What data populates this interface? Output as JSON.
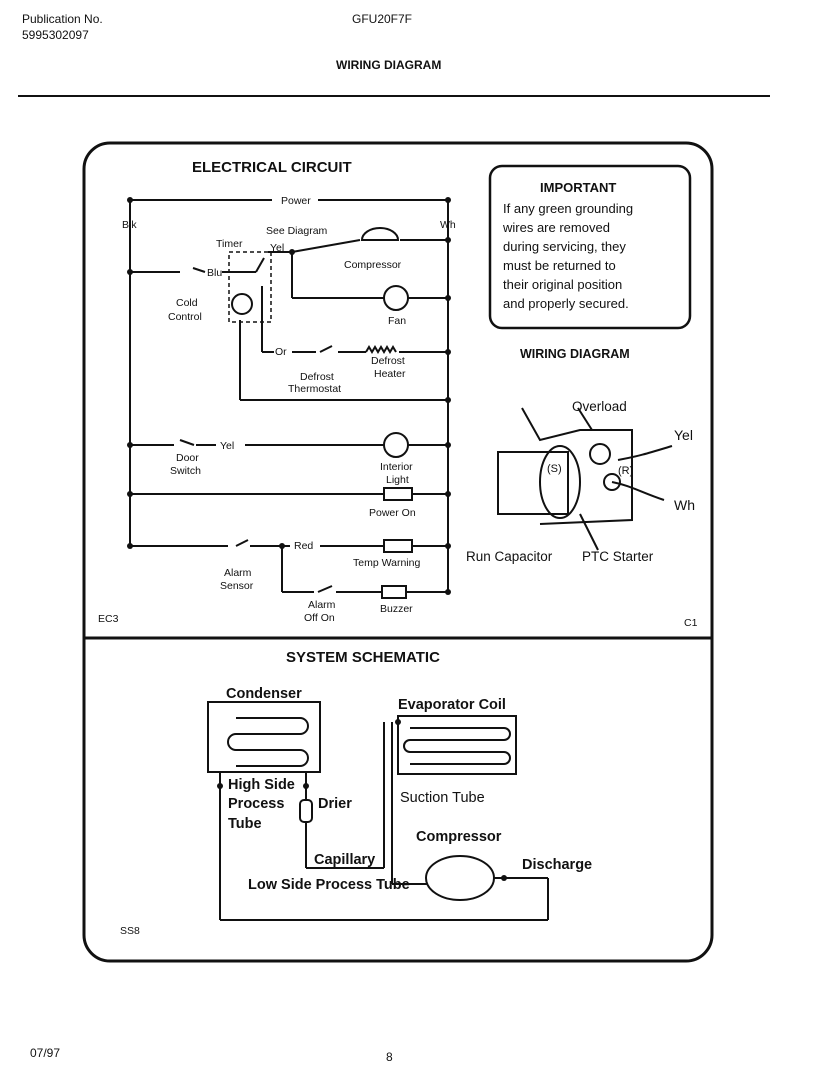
{
  "header": {
    "publication_label": "Publication No.",
    "publication_number": "5995302097",
    "model": "GFU20F7F",
    "section_title": "WIRING DIAGRAM"
  },
  "electrical": {
    "title": "ELECTRICAL CIRCUIT",
    "labels": {
      "power": "Power",
      "blk": "Blk",
      "wh": "Wh",
      "see_diagram": "See Diagram",
      "timer": "Timer",
      "yel": "Yel",
      "blu": "Blu",
      "compressor": "Compressor",
      "fan": "Fan",
      "cold": "Cold",
      "control": "Control",
      "or": "Or",
      "defrost": "Defrost",
      "thermostat": "Thermostat",
      "defrost2": "Defrost",
      "heater": "Heater",
      "door": "Door",
      "switch": "Switch",
      "yel2": "Yel",
      "interior": "Interior",
      "light": "Light",
      "power_on": "Power On",
      "red": "Red",
      "temp_warning": "Temp Warning",
      "alarm": "Alarm",
      "sensor": "Sensor",
      "alarm2": "Alarm",
      "off_on": "Off On",
      "buzzer": "Buzzer",
      "ec3": "EC3",
      "c1": "C1"
    }
  },
  "important": {
    "title": "IMPORTANT",
    "lines": [
      "If any green grounding",
      "wires are removed",
      "during servicing, they",
      "must be returned to",
      "their original position",
      "and properly secured."
    ]
  },
  "wiring": {
    "title": "WIRING DIAGRAM",
    "labels": {
      "overload": "Overload",
      "yel": "Yel",
      "wh": "Wh",
      "s": "(S)",
      "r": "(R)",
      "run_capacitor": "Run Capacitor",
      "ptc_starter": "PTC Starter"
    }
  },
  "schematic": {
    "title": "SYSTEM SCHEMATIC",
    "labels": {
      "condenser": "Condenser",
      "evaporator_coil": "Evaporator Coil",
      "high_side": "High Side",
      "process": "Process",
      "tube": "Tube",
      "drier": "Drier",
      "suction_tube": "Suction Tube",
      "compressor": "Compressor",
      "capillary": "Capillary",
      "discharge": "Discharge",
      "low_side": "Low Side Process Tube",
      "ss8": "SS8"
    }
  },
  "footer": {
    "date": "07/97",
    "page": "8"
  }
}
